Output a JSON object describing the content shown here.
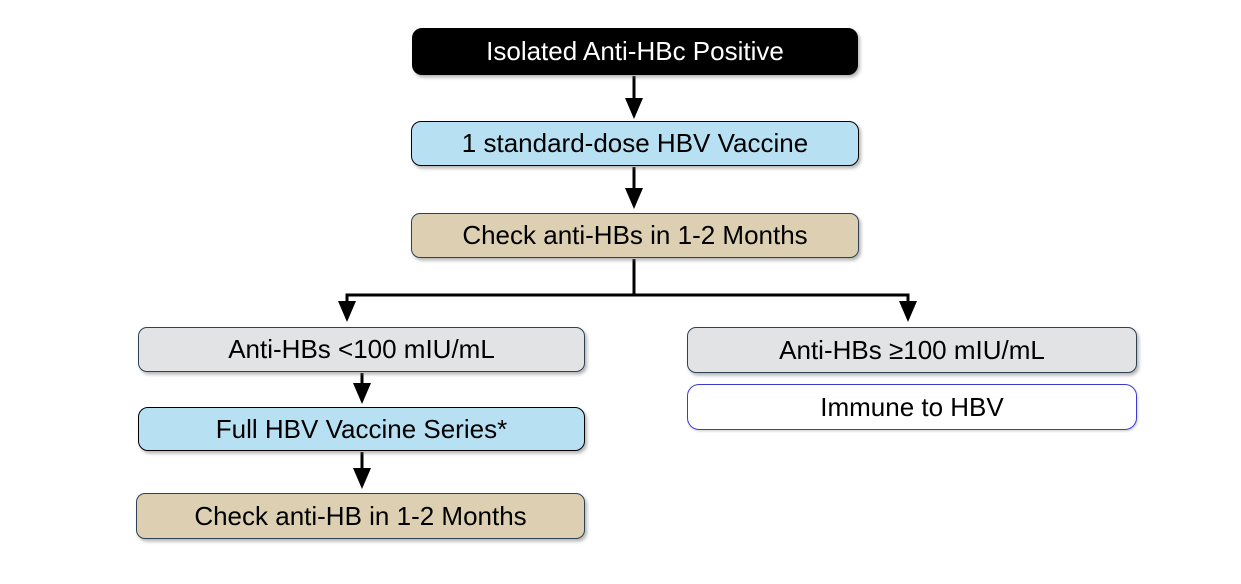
{
  "page": {
    "background": "#ffffff",
    "description": "Flowchart for management of isolated anti-HBc positive patients"
  },
  "colors": {
    "start_fill": "#000000",
    "start_text": "#ffffff",
    "action_fill": "#b7e1f3",
    "action_border": "#000000",
    "check_fill": "#ddd0b2",
    "check_border": "#2d4257",
    "result_fill": "#e2e3e5",
    "result_border": "#2d4257",
    "immune_fill": "#ffffff",
    "immune_border": "#3c3ad6",
    "arrow": "#000000",
    "text": "#000000"
  },
  "flowchart": {
    "nodes": {
      "start": {
        "label": "Isolated Anti-HBc Positive"
      },
      "vaccine_dose": {
        "label": "1 standard-dose HBV Vaccine"
      },
      "check_1": {
        "label": "Check anti-HBs in 1-2 Months"
      },
      "low_titer": {
        "label": "Anti-HBs <100 mIU/mL"
      },
      "high_titer": {
        "label": "Anti-HBs ≥100 mIU/mL"
      },
      "full_series": {
        "label": "Full HBV Vaccine Series*"
      },
      "check_2": {
        "label": "Check anti-HB in 1-2 Months"
      },
      "immune": {
        "label": "Immune to HBV"
      }
    }
  }
}
